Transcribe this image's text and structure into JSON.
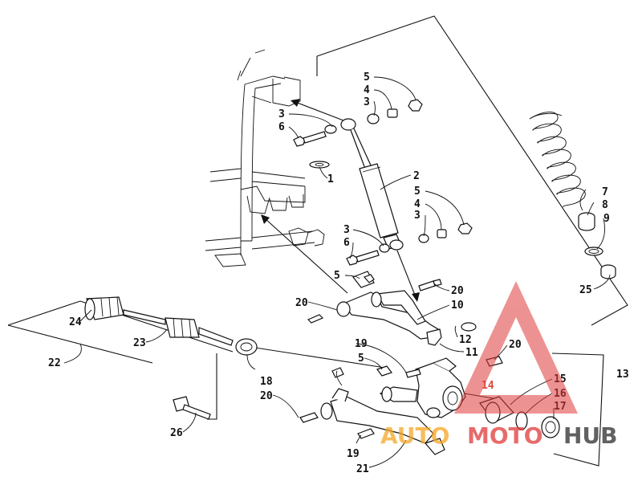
{
  "diagram": {
    "callouts": {
      "c1": "1",
      "c2": "2",
      "c3a": "3",
      "c3b": "3",
      "c3c": "3",
      "c3d": "3",
      "c4a": "4",
      "c4b": "4",
      "c5a": "5",
      "c5b": "5",
      "c5c": "5",
      "c5d": "5",
      "c6a": "6",
      "c6b": "6",
      "c7": "7",
      "c8": "8",
      "c9": "9",
      "c10": "10",
      "c11": "11",
      "c12": "12",
      "c13": "13",
      "c14": "14",
      "c15": "15",
      "c16": "16",
      "c17": "17",
      "c18": "18",
      "c19a": "19",
      "c19b": "19",
      "c20a": "20",
      "c20b": "20",
      "c20c": "20",
      "c20d": "20",
      "c21": "21",
      "c22": "22",
      "c23": "23",
      "c24": "24",
      "c25": "25",
      "c26": "26"
    }
  },
  "watermark": {
    "part1": "AUTO",
    "part2": "MOTO",
    "part3": "HUB",
    "colors": {
      "red": "#e03a3a",
      "orange": "#f5a623",
      "dark": "#3a3a3a"
    }
  }
}
